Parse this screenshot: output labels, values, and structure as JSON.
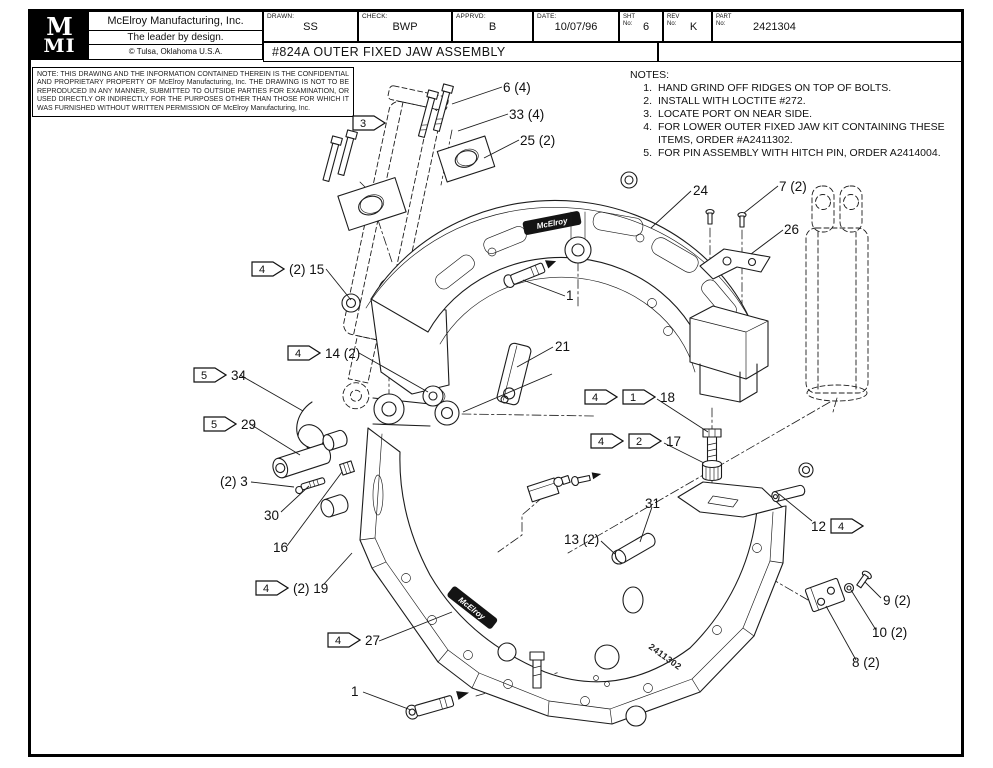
{
  "sheet": {
    "logo_top": "M",
    "logo_bottom": "MI",
    "company": "McElroy Manufacturing, Inc.",
    "tagline": "The leader by design.",
    "location_mark": "©",
    "location": "Tulsa, Oklahoma U.S.A.",
    "drawing_title": "#824A OUTER FIXED JAW ASSEMBLY",
    "cells": {
      "drawn": {
        "label": "DRAWN:",
        "value": "SS"
      },
      "check": {
        "label": "CHECK:",
        "value": "BWP"
      },
      "apprvd": {
        "label": "APPRVD:",
        "value": "B"
      },
      "date": {
        "label": "DATE:",
        "value": "10/07/96"
      },
      "sht": {
        "label": "SHT\nNo:",
        "value": "6"
      },
      "rev": {
        "label": "REV\nNo:",
        "value": "K"
      },
      "part": {
        "label": "PART\nNo:",
        "value": "2421304"
      }
    }
  },
  "proprietary_note": "NOTE: THIS DRAWING AND THE INFORMATION CONTAINED THEREIN IS THE CONFIDENTIAL AND PROPRIETARY PROPERTY OF McElroy Manufacturing, Inc. THE DRAWING IS NOT TO BE REPRODUCED IN ANY MANNER, SUBMITTED TO OUTSIDE PARTIES FOR EXAMINATION, OR USED DIRECTLY OR INDIRECTLY FOR THE PURPOSES OTHER THAN THOSE FOR WHICH IT WAS FURNISHED WITHOUT WRITTEN PERMISSION OF McElroy Manufacturing, Inc.",
  "notes": {
    "heading": "NOTES:",
    "items": [
      {
        "num": "1.",
        "text": "HAND GRIND OFF RIDGES ON TOP OF BOLTS."
      },
      {
        "num": "2.",
        "text": "INSTALL WITH LOCTITE #272."
      },
      {
        "num": "3.",
        "text": "LOCATE PORT ON NEAR SIDE."
      },
      {
        "num": "4.",
        "text": "FOR LOWER OUTER FIXED JAW KIT CONTAINING THESE ITEMS, ORDER #A2411302."
      },
      {
        "num": "5.",
        "text": "FOR PIN ASSEMBLY WITH HITCH PIN, ORDER A2414004."
      }
    ]
  },
  "part_labels": {
    "upper_jaw_brand": "McElroy",
    "lower_jaw_brand": "McElroy",
    "cast_number": "2411302"
  },
  "callouts": [
    {
      "label": "6 (4)"
    },
    {
      "label": "33 (4)"
    },
    {
      "label": "25 (2)"
    },
    {
      "flag": "3",
      "label": ""
    },
    {
      "label": "24"
    },
    {
      "label": "7 (2)"
    },
    {
      "label": "26"
    },
    {
      "flag": "4",
      "label": "(2) 15"
    },
    {
      "flag": "4",
      "label": "14 (2)"
    },
    {
      "label": "1"
    },
    {
      "label": "21"
    },
    {
      "flag": "5",
      "label": "34"
    },
    {
      "flag": "5",
      "label": "29"
    },
    {
      "label": "(2) 3"
    },
    {
      "label": "30"
    },
    {
      "label": "16"
    },
    {
      "flag": "4",
      "flag2": "1",
      "label": "18"
    },
    {
      "flag": "4",
      "flag2": "2",
      "label": "17"
    },
    {
      "label": "31"
    },
    {
      "label": "13 (2)"
    },
    {
      "label": "12",
      "flag_after": "4"
    },
    {
      "flag": "4",
      "label": "(2) 19"
    },
    {
      "flag": "4",
      "label": "27"
    },
    {
      "label": "1"
    },
    {
      "label": "9 (2)"
    },
    {
      "label": "10 (2)"
    },
    {
      "label": "8 (2)"
    }
  ]
}
